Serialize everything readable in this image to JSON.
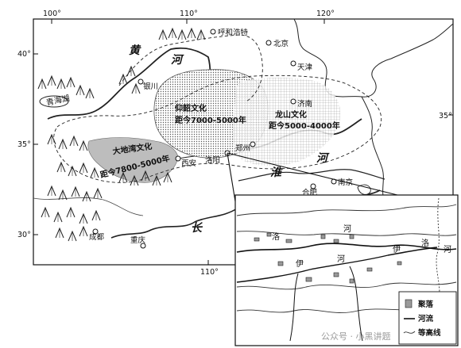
{
  "graticule": {
    "lon_100": "100°",
    "lon_110_top": "110°",
    "lon_120": "120°",
    "lon_110_bottom": "110°",
    "lat_40": "40°",
    "lat_35_left": "35°",
    "lat_35_right": "35°",
    "lat_30": "30°"
  },
  "cities": {
    "hohhot": "呼和浩特",
    "beijing": "北京",
    "tianjin": "天津",
    "yinchuan": "银川",
    "jinan": "济南",
    "xian": "西安",
    "luoyang": "洛阳",
    "zhengzhou": "郑州",
    "nanjing": "南京",
    "hefei": "合肥",
    "chengdu": "成都",
    "chongqing": "重庆"
  },
  "lake": "青海湖",
  "cultures": {
    "yangshao_name": "仰韶文化",
    "yangshao_age": "距今7000-5000年",
    "longshan_name": "龙山文化",
    "longshan_age": "距今5000-4000年",
    "dadiwan_name": "大地湾文化",
    "dadiwan_age": "距今7800-5000年"
  },
  "rivers": {
    "huang": "黄",
    "he_north": "河",
    "he_east": "河",
    "huai": "淮",
    "chang": "长"
  },
  "inset": {
    "luo": "洛",
    "he_luo": "河",
    "yi": "伊",
    "he_yi": "河",
    "yiluo_yi": "伊",
    "yiluo_luo": "洛",
    "yiluo_he": "河"
  },
  "legend": {
    "settlement": "聚落",
    "river": "河流",
    "contour": "等高线"
  },
  "watermark": "公众号 · 小黑讲题"
}
